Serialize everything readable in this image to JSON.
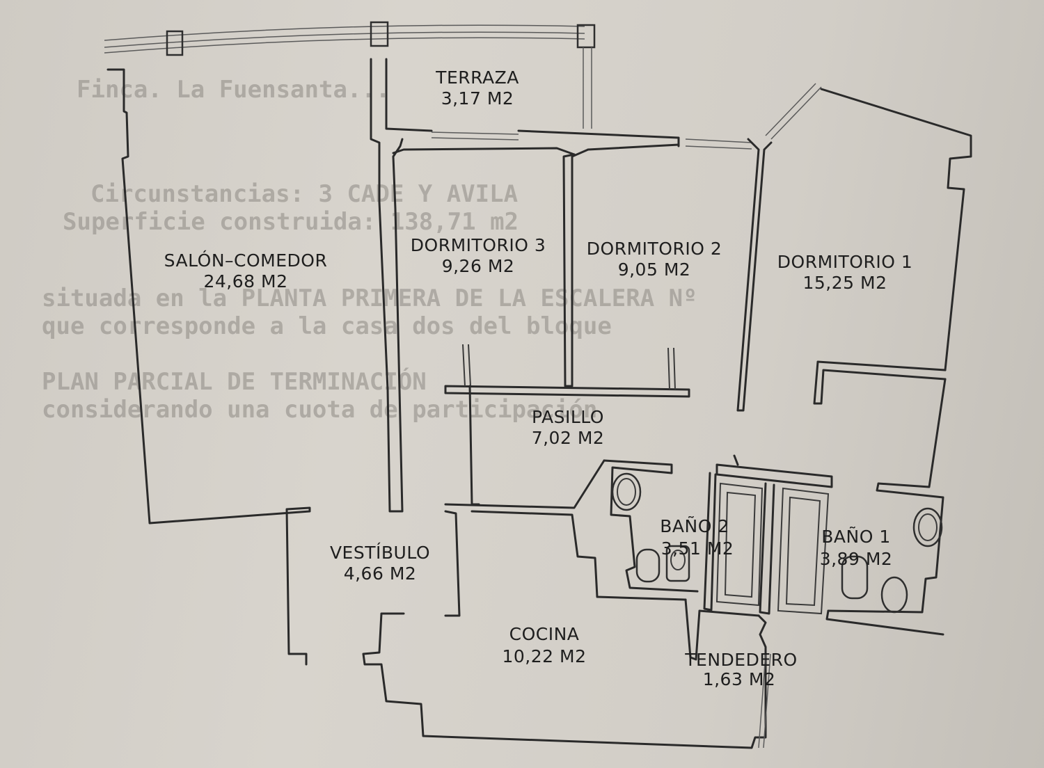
{
  "rooms": [
    {
      "id": "terraza",
      "name": "TERRAZA",
      "area": "3,17 M2"
    },
    {
      "id": "salon-comedor",
      "name": "SALÓN–COMEDOR",
      "area": "24,68 M2"
    },
    {
      "id": "dormitorio-3",
      "name": "DORMITORIO 3",
      "area": "9,26 M2"
    },
    {
      "id": "dormitorio-2",
      "name": "DORMITORIO 2",
      "area": "9,05 M2"
    },
    {
      "id": "dormitorio-1",
      "name": "DORMITORIO 1",
      "area": "15,25 M2"
    },
    {
      "id": "pasillo",
      "name": "PASILLO",
      "area": "7,02 M2"
    },
    {
      "id": "vestibulo",
      "name": "VESTÍBULO",
      "area": "4,66 M2"
    },
    {
      "id": "bano-2",
      "name": "BAÑO 2",
      "area": "3,51 M2"
    },
    {
      "id": "bano-1",
      "name": "BAÑO 1",
      "area": "3,89 M2"
    },
    {
      "id": "cocina",
      "name": "COCINA",
      "area": "10,22 M2"
    },
    {
      "id": "tendedero",
      "name": "TENDEDERO",
      "area": "1,63 M2"
    }
  ],
  "background_text_lines": [
    "Finca. La Fuensanta...",
    "Circunstancias: 3 CADE Y AVILA",
    "Superficie construida: 138,71 m2",
    "situada en la PLANTA PRIMERA DE LA ESCALERA Nº",
    "que corresponde a la casa dos del bloque",
    "PLAN PARCIAL DE TERMINACIÓN",
    "considerando una cuota de participación"
  ]
}
